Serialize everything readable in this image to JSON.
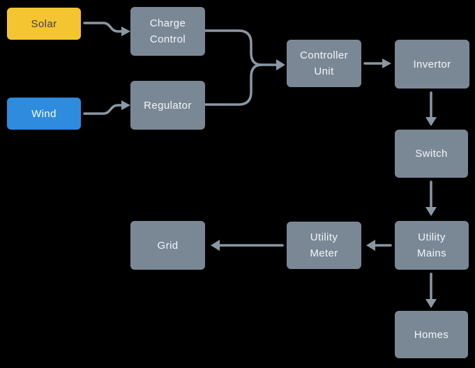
{
  "diagram": {
    "nodes": [
      {
        "id": "solar",
        "label": "Solar",
        "fill": "#F5C431",
        "text_color": "#3B414C"
      },
      {
        "id": "wind",
        "label": "Wind",
        "fill": "#2F8BDE",
        "text_color": "#FFFFFF"
      },
      {
        "id": "charge-control",
        "label": "Charge Control",
        "fill": "#7A8896",
        "text_color": "#F3F6F8"
      },
      {
        "id": "regulator",
        "label": "Regulator",
        "fill": "#7A8896",
        "text_color": "#F3F6F8"
      },
      {
        "id": "controller-unit",
        "label": "Controller Unit",
        "fill": "#7A8896",
        "text_color": "#F3F6F8"
      },
      {
        "id": "invertor",
        "label": "Invertor",
        "fill": "#7A8896",
        "text_color": "#F3F6F8"
      },
      {
        "id": "switch",
        "label": "Switch",
        "fill": "#7A8896",
        "text_color": "#F3F6F8"
      },
      {
        "id": "utility-mains",
        "label": "Utility Mains",
        "fill": "#7A8896",
        "text_color": "#F3F6F8"
      },
      {
        "id": "utility-meter",
        "label": "Utility Meter",
        "fill": "#7A8896",
        "text_color": "#F3F6F8"
      },
      {
        "id": "grid",
        "label": "Grid",
        "fill": "#7A8896",
        "text_color": "#F3F6F8"
      },
      {
        "id": "homes",
        "label": "Homes",
        "fill": "#7A8896",
        "text_color": "#F3F6F8"
      }
    ],
    "edges": [
      {
        "from": "Solar",
        "to": "Charge Control"
      },
      {
        "from": "Wind",
        "to": "Regulator"
      },
      {
        "from": "Charge Control",
        "to": "Controller Unit"
      },
      {
        "from": "Regulator",
        "to": "Controller Unit"
      },
      {
        "from": "Controller Unit",
        "to": "Invertor"
      },
      {
        "from": "Invertor",
        "to": "Switch"
      },
      {
        "from": "Switch",
        "to": "Utility Mains"
      },
      {
        "from": "Utility Mains",
        "to": "Utility Meter"
      },
      {
        "from": "Utility Meter",
        "to": "Grid"
      },
      {
        "from": "Utility Mains",
        "to": "Homes"
      }
    ],
    "colors": {
      "background": "#000000",
      "process_box": "#7A8896",
      "arrow": "#8A97A4",
      "solar_yellow": "#F5C431",
      "wind_blue": "#2F8BDE",
      "label_light": "#F3F6F8",
      "label_dark": "#3B414C"
    }
  }
}
